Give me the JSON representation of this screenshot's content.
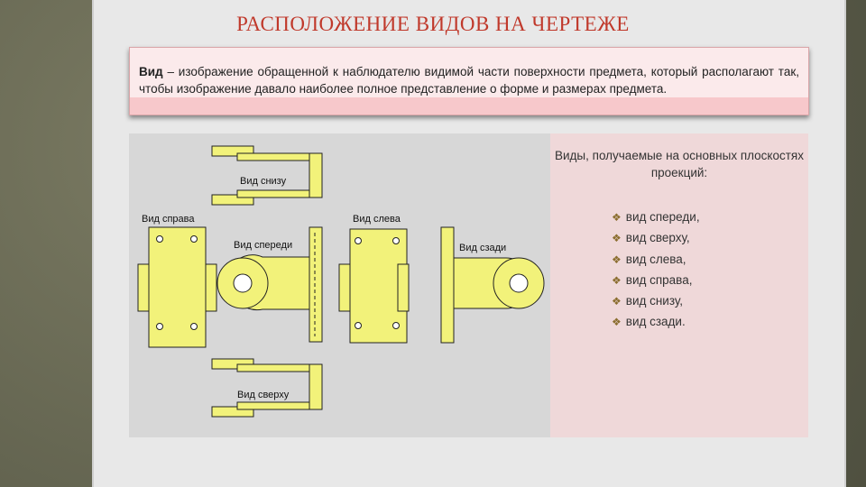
{
  "title": "РАСПОЛОЖЕНИЕ   ВИДОВ   НА ЧЕРТЕЖЕ",
  "definition": {
    "term": "Вид",
    "text": " – изображение обращенной к наблюдателю видимой части поверхности предмета, который располагают так, чтобы изображение давало наиболее полное представление о форме и размерах предмета."
  },
  "drawing": {
    "labels": {
      "bottom_view": "Вид снизу",
      "right_view": "Вид справа",
      "front_view": "Вид спереди",
      "left_view": "Вид слева",
      "rear_view": "Вид сзади",
      "top_view": "Вид сверху"
    },
    "fill_color": "#f2f27a",
    "stroke_color": "#222222"
  },
  "panel": {
    "heading": "Виды, получаемые на основных плоскостях проекций:",
    "bullet_icon": "diamond-bullet-icon",
    "bullet_glyph": "❖",
    "items": [
      "вид спереди,",
      "вид сверху,",
      "вид слева,",
      "вид справа,",
      "вид снизу,",
      "вид сзади."
    ]
  }
}
